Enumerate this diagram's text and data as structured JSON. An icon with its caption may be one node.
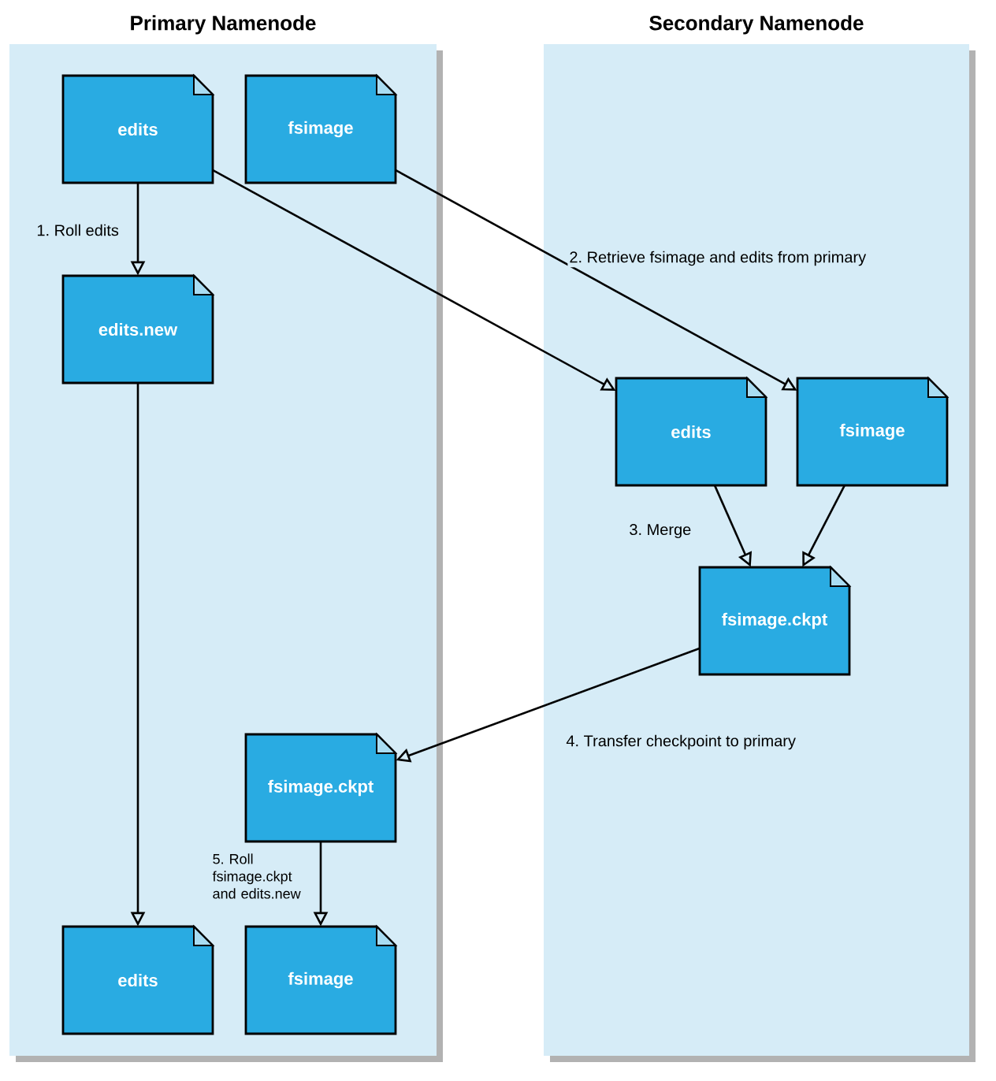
{
  "diagram": {
    "nodes": [
      {
        "text": [
          "Primary Namenode"
        ]
      },
      {
        "text": [
          "Secondary Namenode"
        ]
      },
      {
        "text": [
          "edits"
        ],
        "in": 0
      },
      {
        "text": [
          "fsimage"
        ],
        "in": 0
      },
      {
        "text": [
          "edits.new"
        ],
        "in": 0
      },
      {
        "text": [
          "edits"
        ],
        "in": 1
      },
      {
        "text": [
          "fsimage"
        ],
        "in": 1
      },
      {
        "text": [
          "fsimage.ckpt"
        ],
        "in": 1
      },
      {
        "text": [
          "fsimage.ckpt"
        ],
        "in": 0
      },
      {
        "text": [
          "edits"
        ],
        "in": 0
      },
      {
        "text": [
          "fsimage"
        ],
        "in": 0
      }
    ],
    "edges": [
      {
        "from": 2,
        "to": 4,
        "arrow": "to",
        "label": "1. Roll edits"
      },
      {
        "from": 2,
        "to": 5,
        "arrow": "to"
      },
      {
        "from": 3,
        "to": 6,
        "arrow": "to",
        "label": "2. Retrieve fsimage and edits from primary"
      },
      {
        "from": 5,
        "to": 7,
        "arrow": "to",
        "label": "3. Merge"
      },
      {
        "from": 6,
        "to": 7,
        "arrow": "to"
      },
      {
        "from": 7,
        "to": 8,
        "arrow": "to",
        "label": "4. Transfer checkpoint to primary"
      },
      {
        "from": 4,
        "to": 9,
        "arrow": "to"
      },
      {
        "from": 8,
        "to": 10,
        "arrow": "to",
        "label": "5. Roll fsimage.ckpt and edits.new"
      }
    ]
  }
}
